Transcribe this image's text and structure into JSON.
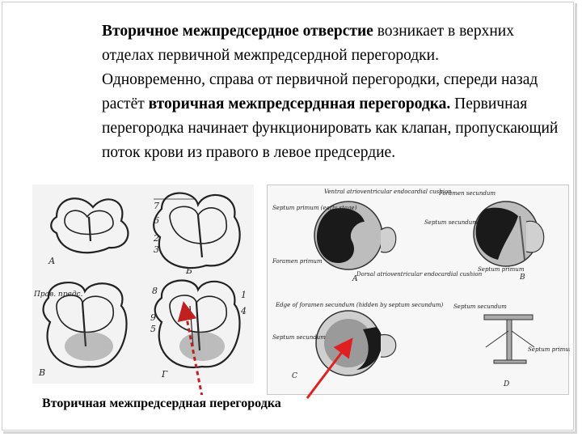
{
  "paragraphs": [
    {
      "bold": "Вторичное межпредсердное отверстие",
      "text": " возникает в верхних отделах первичной межпредсердной перегородки."
    },
    {
      "pre": "Одновременно, справа от первичной перегородки, спереди назад растёт ",
      "bold": "вторичная межпредсерднная перегородка.",
      "post": " Первичная перегородка начинает функционировать как клапан, пропускающий поток крови из правого в левое предсердие."
    }
  ],
  "caption": "Вторичная межпредсердная перегородка",
  "left_figure": {
    "panel_letters": [
      "А",
      "Б",
      "В",
      "Г"
    ],
    "labels_b": [
      "7",
      "6",
      "2",
      "3"
    ],
    "labels_d": [
      "8",
      "4",
      "9",
      "5",
      "1"
    ],
    "prav_label": "Прав. предс."
  },
  "right_figure": {
    "labels": [
      "Ventral atrioventricular endocardial cushion",
      "Septum primum (early stage)",
      "Dorsal atrioventricular endocardial cushion",
      "Foramen primum",
      "Foramen secundum",
      "Septum secundum",
      "Septum primum",
      "Edge of foramen secundum (hidden by septum secundum)",
      "Septum secundum",
      "Septum secundum",
      "Septum primum"
    ],
    "panel_letters": [
      "A",
      "B",
      "C",
      "D"
    ]
  },
  "colors": {
    "arrow": "#e02020",
    "dashed_arrow": "#c02020"
  }
}
